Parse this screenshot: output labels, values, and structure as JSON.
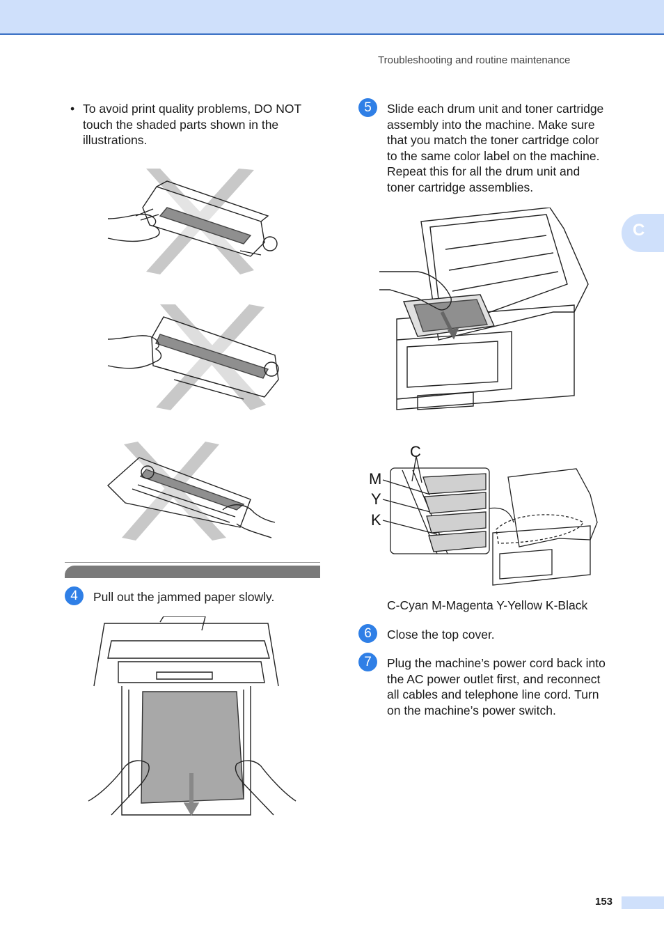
{
  "header": {
    "running_title": "Troubleshooting and routine maintenance"
  },
  "side_tab": {
    "letter": "C"
  },
  "left_column": {
    "bullet_symbol": "•",
    "bullet_lines": [
      "To avoid print quality problems, DO NOT",
      "touch the shaded parts shown in the",
      "illustrations."
    ],
    "step4": {
      "number": "4",
      "text": "Pull out the jammed paper slowly."
    }
  },
  "right_column": {
    "step5": {
      "number": "5",
      "lines": [
        "Slide each drum unit and toner cartridge",
        "assembly into the machine. Make sure",
        "that you match the toner cartridge color",
        "to the same color label on the machine.",
        "Repeat this for all the drum unit and",
        "toner cartridge assemblies."
      ]
    },
    "color_labels": {
      "c": "C",
      "m": "M",
      "y": "Y",
      "k": "K"
    },
    "legend": "C-Cyan M-Magenta Y-Yellow K-Black",
    "step6": {
      "number": "6",
      "text": "Close the top cover."
    },
    "step7": {
      "number": "7",
      "lines": [
        "Plug the machine’s power cord back into",
        "the AC power outlet first, and reconnect",
        "all cables and telephone line cord. Turn",
        "on the machine’s power switch."
      ]
    }
  },
  "footer": {
    "page_number": "153"
  },
  "colors": {
    "accent": "#2f7fe6",
    "band": "#cfe0fb",
    "band_line": "#3a6fc4",
    "cross": "#c8c8c8"
  }
}
